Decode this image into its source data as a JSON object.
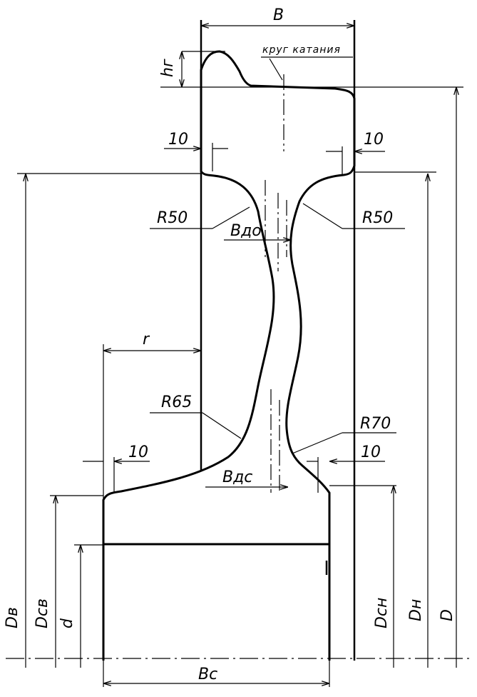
{
  "labels": {
    "b": "B",
    "hg": "hг",
    "rolling_circle": "круг катания",
    "dim10_left_top": "10",
    "dim10_right_top": "10",
    "r50_left": "R50",
    "r50_right": "R50",
    "bdo": "Bдо",
    "r_gap": "r",
    "r65": "R65",
    "r70": "R70",
    "dim10_left_bottom": "10",
    "dim10_right_bottom": "10",
    "bdc": "Bдс",
    "dv": "Dв",
    "dsv": "Dсв",
    "d": "d",
    "dsn": "Dсн",
    "dn": "Dн",
    "D": "D",
    "bc": "Bс"
  }
}
